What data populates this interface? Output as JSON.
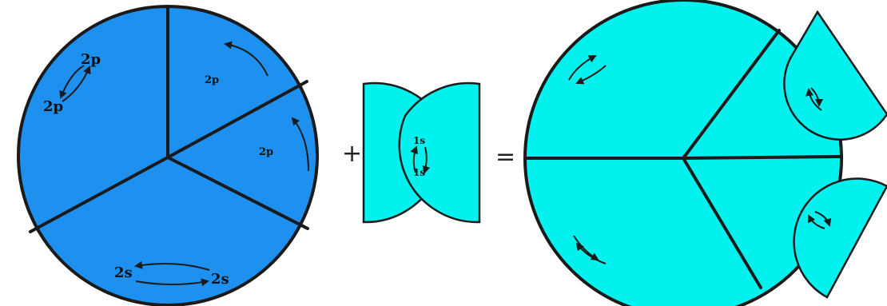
{
  "colors": {
    "atom_fill": "#1E90F0",
    "fragment_fill": "#00F2EE",
    "product_fill": "#00F2EE",
    "outline": "#1a1a1a",
    "background": "#ffffff"
  },
  "left_atom": {
    "labels": {
      "pair_top": "2p",
      "pair_bottom": "2p",
      "lobe_upper_right": "2p",
      "lobe_right": "2p",
      "bottom_left": "2s",
      "bottom_right": "2s"
    }
  },
  "fragment": {
    "label_top": "1s",
    "label_bottom": "1s"
  },
  "operators": {
    "plus": "+",
    "equals": "="
  }
}
